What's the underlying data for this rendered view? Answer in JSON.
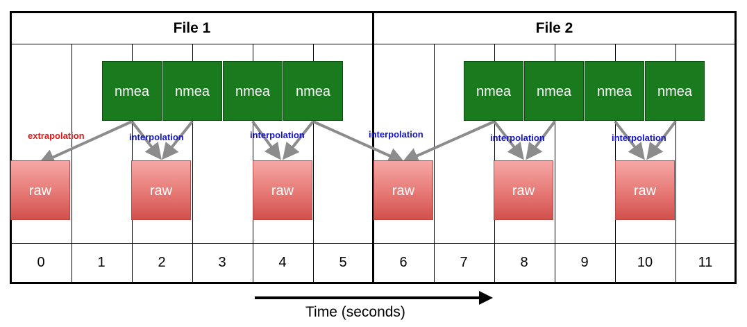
{
  "files": [
    {
      "title": "File 1"
    },
    {
      "title": "File 2"
    }
  ],
  "time_labels": [
    "0",
    "1",
    "2",
    "3",
    "4",
    "5",
    "6",
    "7",
    "8",
    "9",
    "10",
    "11"
  ],
  "nmea_label": "nmea",
  "raw_label": "raw",
  "nmea_blocks": [
    {
      "label": "nmea"
    },
    {
      "label": "nmea"
    },
    {
      "label": "nmea"
    },
    {
      "label": "nmea"
    },
    {
      "label": "nmea"
    },
    {
      "label": "nmea"
    },
    {
      "label": "nmea"
    },
    {
      "label": "nmea"
    }
  ],
  "raw_blocks": [
    {
      "label": "raw"
    },
    {
      "label": "raw"
    },
    {
      "label": "raw"
    },
    {
      "label": "raw"
    },
    {
      "label": "raw"
    },
    {
      "label": "raw"
    }
  ],
  "annotations": {
    "extrapolation": "extrapolation",
    "interpolation": "interpolation"
  },
  "colors": {
    "nmea": "#1a7a1e",
    "raw": "#e67874",
    "interpolation_text": "#1414c8",
    "extrapolation_text": "#e01818",
    "arrow": "#8c8c8c"
  },
  "time_axis": {
    "label": "Time (seconds)"
  }
}
